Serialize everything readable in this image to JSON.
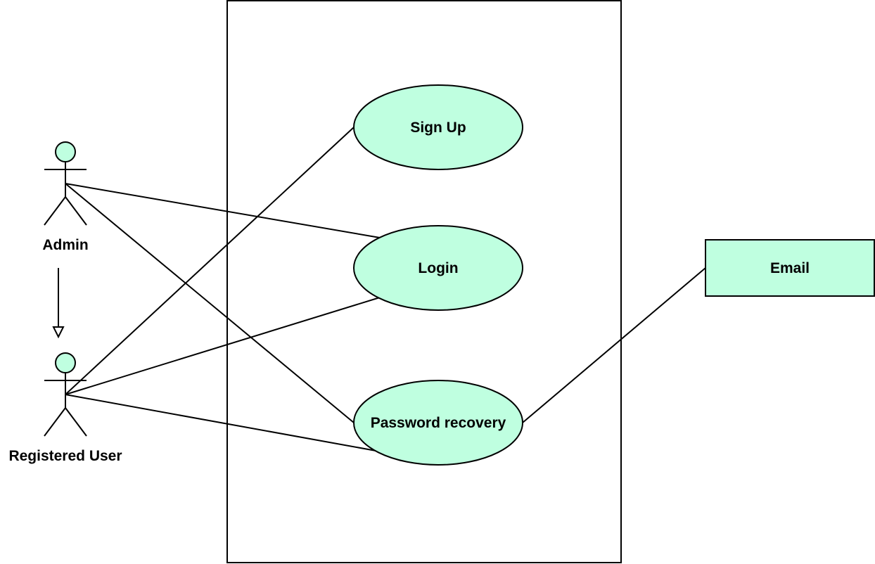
{
  "colors": {
    "fill": "#bfffe0",
    "stroke": "#000000",
    "background": "#ffffff"
  },
  "actors": {
    "admin": {
      "label": "Admin"
    },
    "registered_user": {
      "label": "Registered User"
    }
  },
  "use_cases": {
    "sign_up": {
      "label": "Sign Up"
    },
    "login": {
      "label": "Login"
    },
    "password_recovery": {
      "label": "Password recovery"
    }
  },
  "external_system": {
    "email": {
      "label": "Email"
    }
  }
}
